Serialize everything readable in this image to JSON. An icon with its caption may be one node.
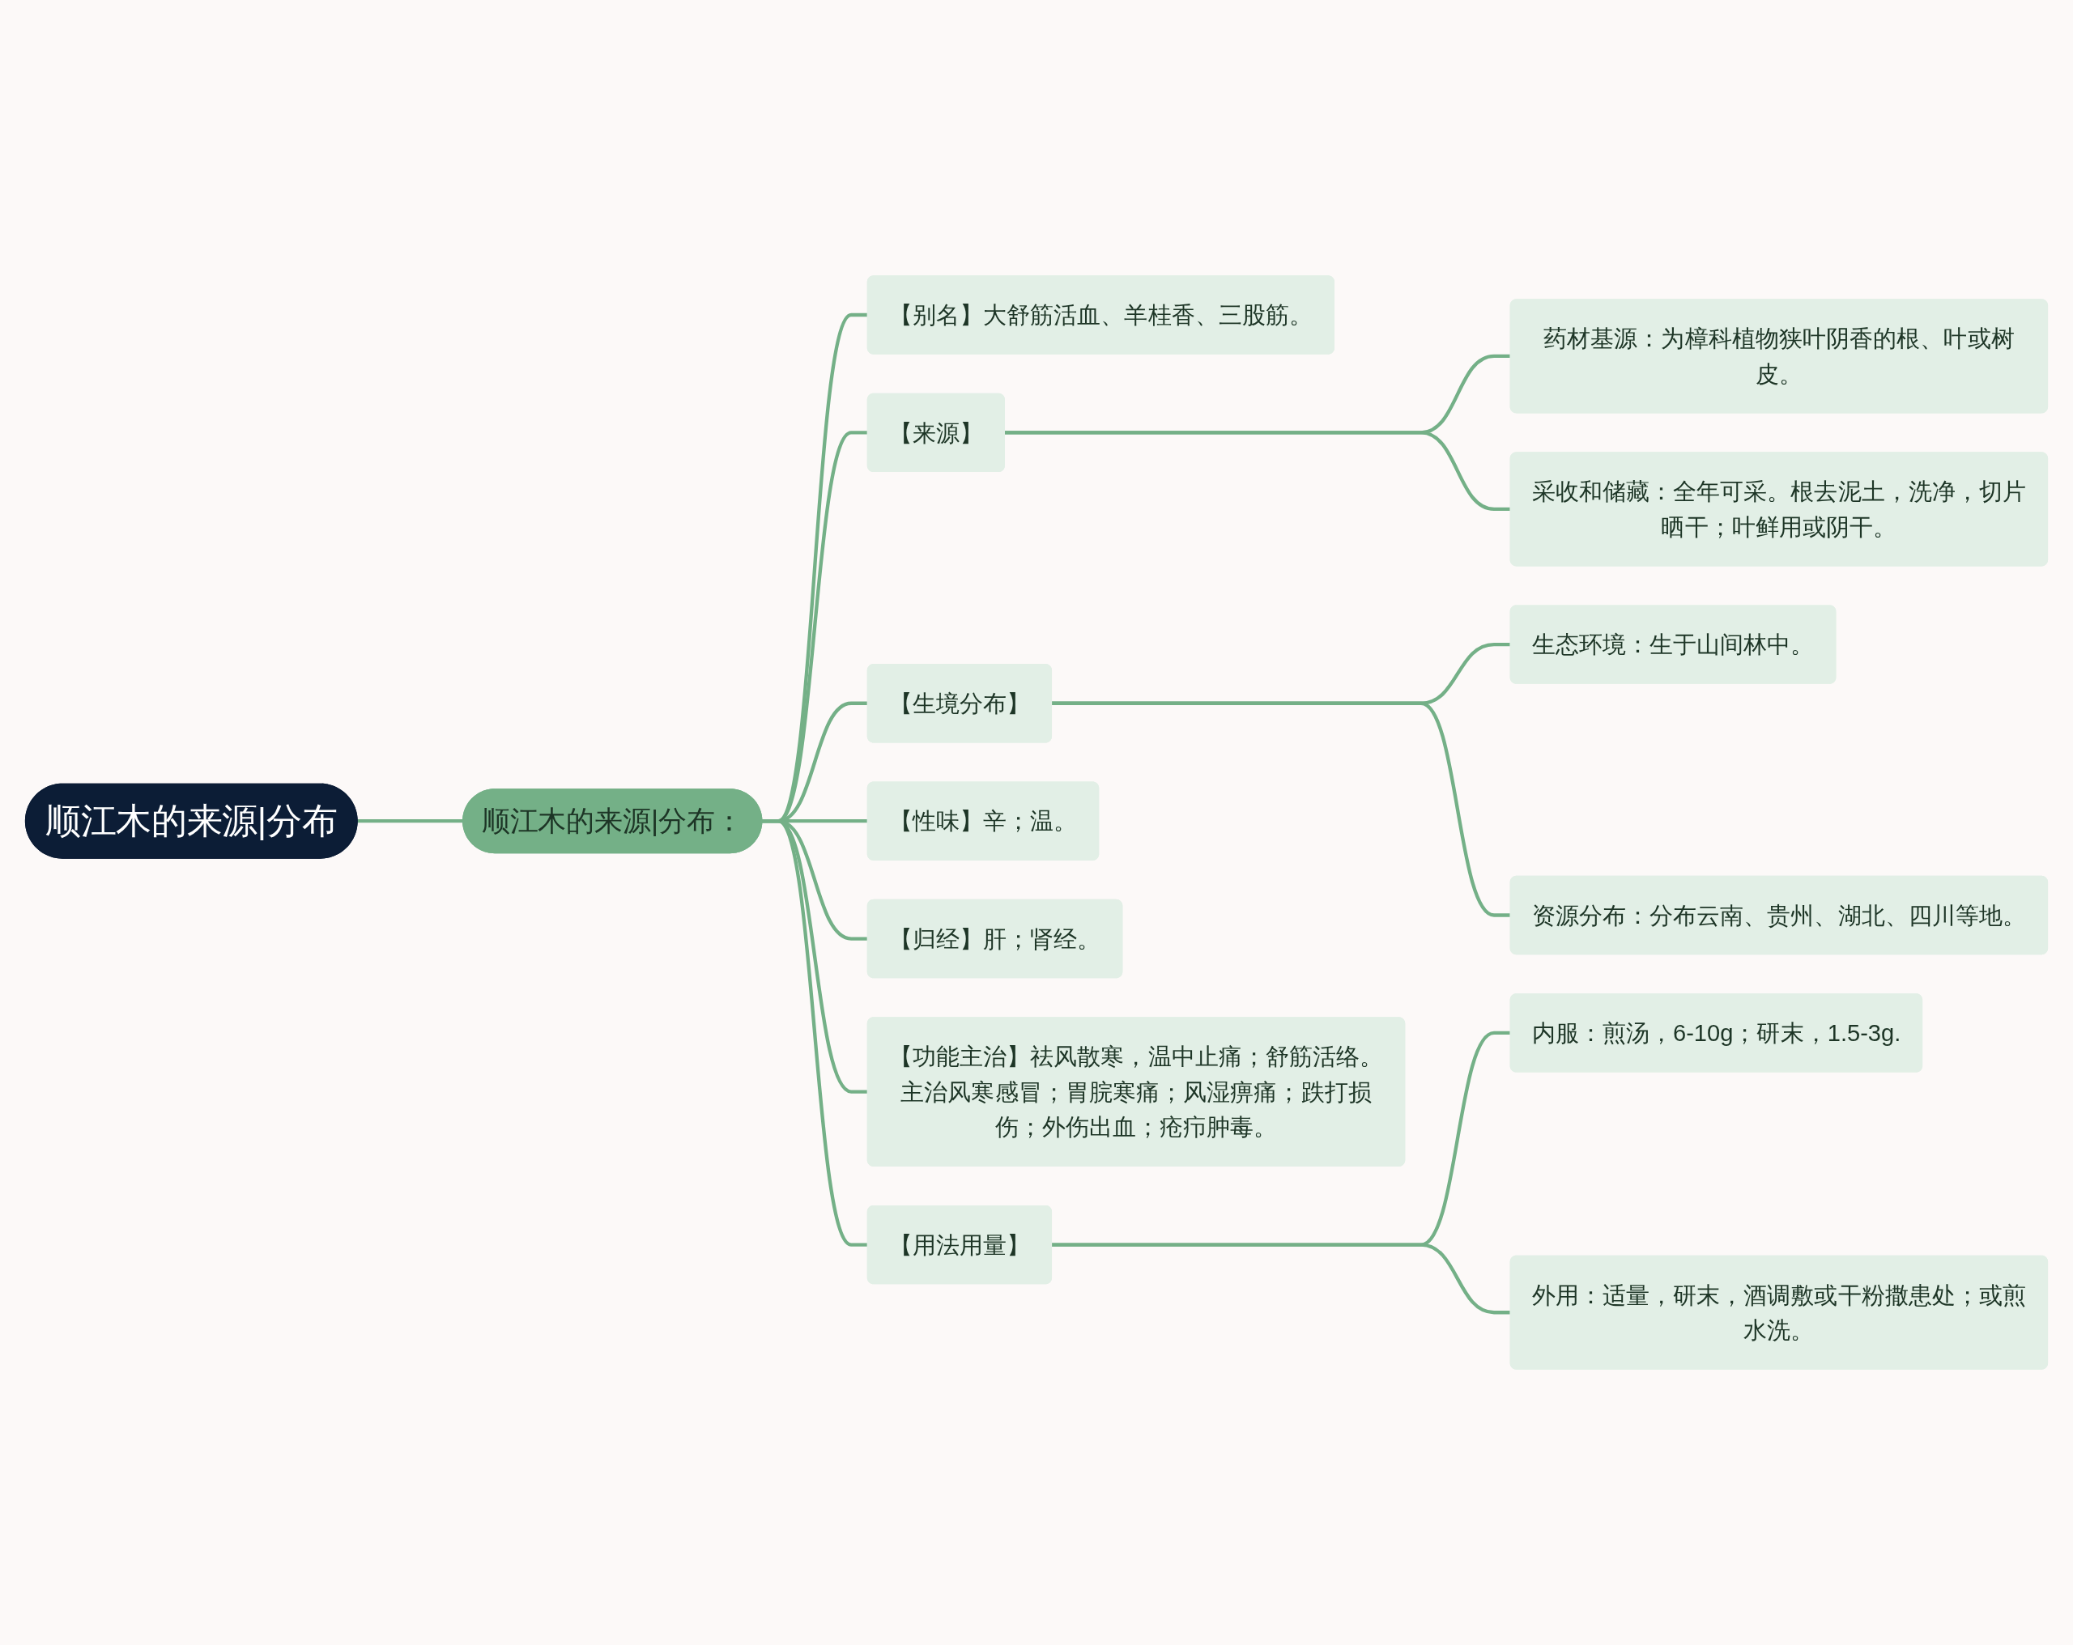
{
  "diagram": {
    "nodes": [
      {
        "text": [
          "顺江木的来源|分布"
        ]
      },
      {
        "text": [
          "顺江木的来源|分布："
        ]
      },
      {
        "text": [
          "【别名】大舒筋活血、羊桂香、三股筋。"
        ]
      },
      {
        "text": [
          "【来源】"
        ]
      },
      {
        "text": [
          "药材基源：为樟科植物狭叶阴香的根、叶或树皮。"
        ]
      },
      {
        "text": [
          "采收和储藏：全年可采。根去泥土，洗净，切片晒干；叶鲜用或阴干。"
        ]
      },
      {
        "text": [
          "【生境分布】"
        ]
      },
      {
        "text": [
          "生态环境：生于山间林中。"
        ]
      },
      {
        "text": [
          "资源分布：分布云南、贵州、湖北、四川等地。"
        ]
      },
      {
        "text": [
          "【性味】辛；温。"
        ]
      },
      {
        "text": [
          "【归经】肝；肾经。"
        ]
      },
      {
        "text": [
          "【功能主治】祛风散寒，温中止痛；舒筋活络。主治风寒感冒；胃脘寒痛；风湿痹痛；跌打损伤；外伤出血；疮疖肿毒。"
        ]
      },
      {
        "text": [
          "【用法用量】"
        ]
      },
      {
        "text": [
          "内服：煎汤，6-10g；研末，1.5-3g."
        ]
      },
      {
        "text": [
          "外用：适量，研末，酒调敷或干粉撒患处；或煎水洗。"
        ]
      }
    ],
    "edges": [
      {
        "from": 0,
        "to": 1,
        "arrow": "none"
      },
      {
        "from": 1,
        "to": 2,
        "arrow": "none"
      },
      {
        "from": 1,
        "to": 3,
        "arrow": "none"
      },
      {
        "from": 3,
        "to": 4,
        "arrow": "none"
      },
      {
        "from": 3,
        "to": 5,
        "arrow": "none"
      },
      {
        "from": 1,
        "to": 6,
        "arrow": "none"
      },
      {
        "from": 6,
        "to": 7,
        "arrow": "none"
      },
      {
        "from": 6,
        "to": 8,
        "arrow": "none"
      },
      {
        "from": 1,
        "to": 9,
        "arrow": "none"
      },
      {
        "from": 1,
        "to": 10,
        "arrow": "none"
      },
      {
        "from": 1,
        "to": 11,
        "arrow": "none"
      },
      {
        "from": 1,
        "to": 12,
        "arrow": "none"
      },
      {
        "from": 12,
        "to": 13,
        "arrow": "none"
      },
      {
        "from": 12,
        "to": 14,
        "arrow": "none"
      }
    ]
  }
}
